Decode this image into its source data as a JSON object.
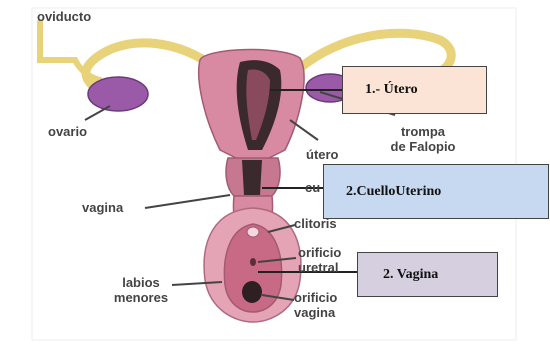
{
  "labels": {
    "oviducto": "oviducto",
    "ovario": "ovario",
    "trompa_line1": "trompa",
    "trompa_line2": "de Falopio",
    "utero": "útero",
    "cuello_partial": "cu",
    "vagina": "vagina",
    "clitoris": "clitoris",
    "orificio_uretral_line1": "orificio",
    "orificio_uretral_line2": "uretral",
    "labios_line1": "labios",
    "labios_line2": "menores",
    "orificio_vagina_line1": "orificio",
    "orificio_vagina_line2": "vagina"
  },
  "callouts": {
    "utero": "1.- Útero",
    "cuello": "2.CuelloUterino",
    "vagina": "2. Vagina"
  },
  "colors": {
    "tissue_pink": "#d98aa3",
    "tissue_dark": "#3a2a2e",
    "tube_yellow": "#e8d27a",
    "ovary_purple": "#9a5aa8",
    "leader_line": "#444444",
    "callout_1_bg": "#fbe4d5",
    "callout_2_bg": "#c6d9f0",
    "callout_3_bg": "#d5cfe0"
  }
}
